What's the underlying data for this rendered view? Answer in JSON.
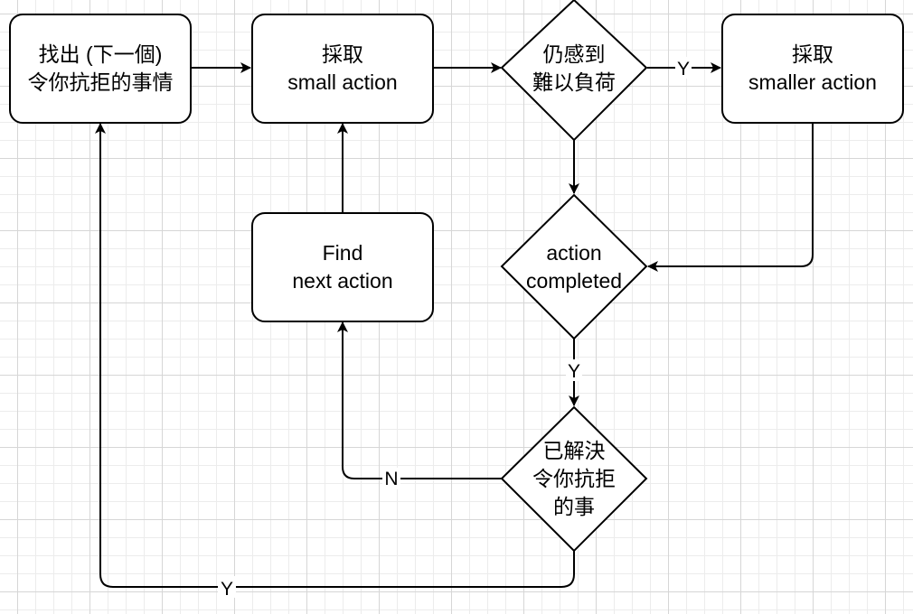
{
  "nodes": {
    "find_task": {
      "line1": "找出 (下一個)",
      "line2": "令你抗拒的事情"
    },
    "small_action": {
      "line1": "採取",
      "line2": "small action"
    },
    "still_overwhelmed": {
      "line1": "仍感到",
      "line2": "難以負荷"
    },
    "smaller_action": {
      "line1": "採取",
      "line2": "smaller action"
    },
    "find_next": {
      "line1": "Find",
      "line2": "next action"
    },
    "action_completed": {
      "line1": "action",
      "line2": "completed"
    },
    "resolved": {
      "line1": "已解決",
      "line2": "令你抗拒",
      "line3": "的事"
    }
  },
  "edges": {
    "overwhelmed_yes": "Y",
    "completed_yes": "Y",
    "resolved_no": "N",
    "resolved_yes": "Y"
  }
}
